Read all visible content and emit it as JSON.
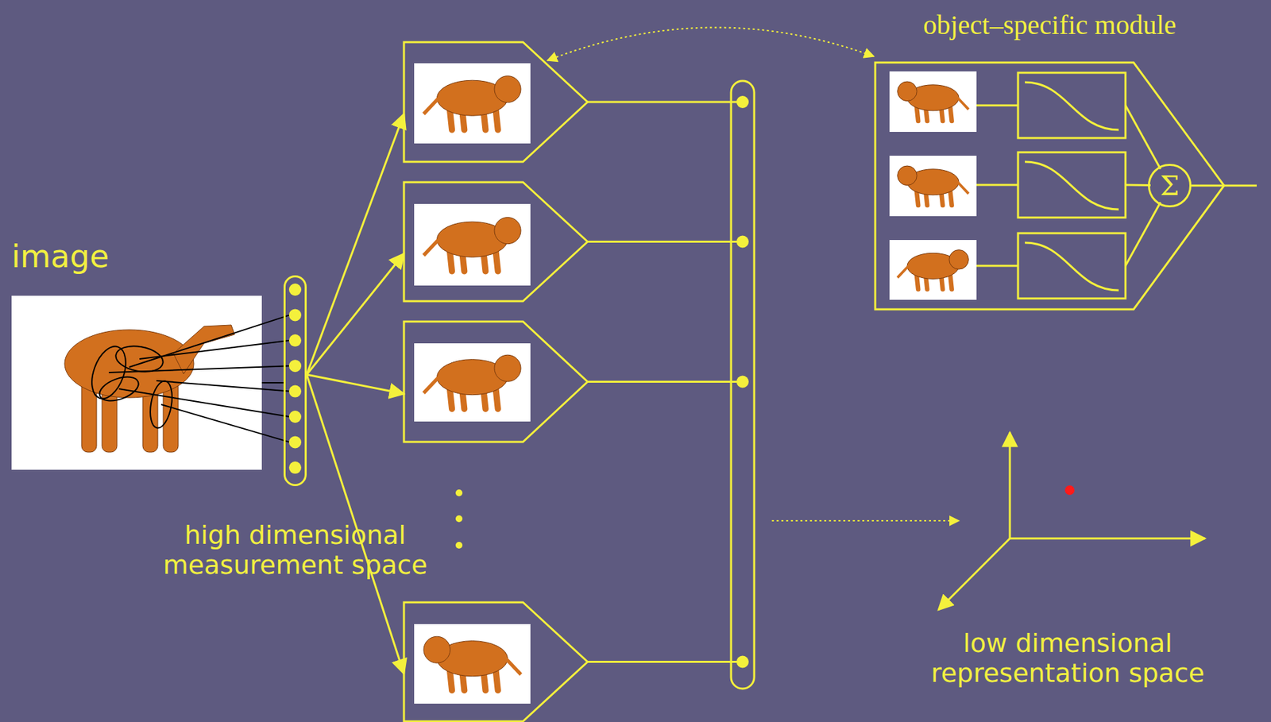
{
  "diagram": {
    "nodes": [
      {
        "text": [
          "image"
        ]
      },
      {
        "text": [
          "high dimensional measurement space"
        ]
      },
      {
        "text": [
          "object–specific module"
        ]
      },
      {
        "text": [
          "Σ"
        ],
        "in": 2
      }
    ],
    "edges": [
      {
        "from": 0,
        "to": 1,
        "arrow": "none"
      }
    ],
    "labels": [
      "low dimensional representation space"
    ]
  }
}
